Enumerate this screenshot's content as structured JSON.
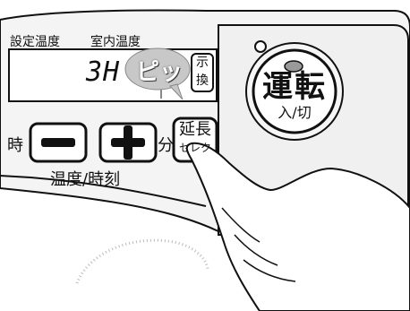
{
  "labels": {
    "set_temp": "設定温度",
    "room_temp": "室内温度",
    "lcd_value": "3H",
    "display_btn_top": "示",
    "display_btn_bottom": "換",
    "hour": "時",
    "minute": "分",
    "temp_time": "温度/時刻",
    "extend_top": "延長",
    "extend_bottom": "セレク",
    "run_main": "運転",
    "run_sub": "入/切",
    "beep": "ピッ"
  },
  "colors": {
    "panel_fill": "#f4f4f4",
    "outline": "#111111",
    "lcd_fill": "#ffffff",
    "led": "#9a9a9a"
  }
}
